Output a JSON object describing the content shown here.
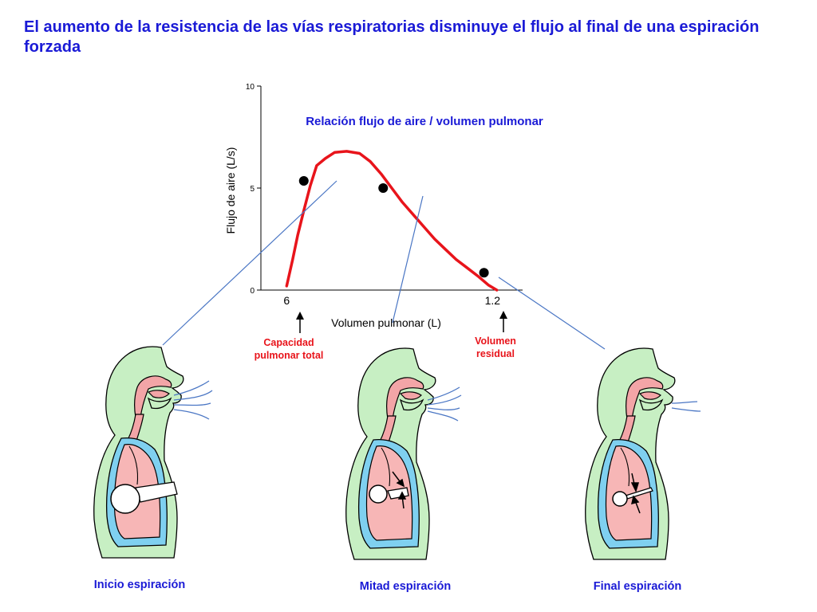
{
  "title": "El aumento de la resistencia de las vías respiratorias disminuye el flujo al final de una espiración forzada",
  "chart_data": {
    "type": "line",
    "title": "Relación flujo de aire /  volumen pulmonar",
    "xlabel": "Volumen pulmonar (L)",
    "ylabel": "Flujo de aire (L/s)",
    "ylim": [
      0,
      10
    ],
    "xlim": [
      6.6,
      0.5
    ],
    "yticks": [
      "10",
      "5",
      "0"
    ],
    "ytick_values": [
      10,
      5,
      0
    ],
    "x_markers": [
      {
        "label": "6",
        "value": 6
      },
      {
        "label": "1.2",
        "value": 1.2
      }
    ],
    "series": [
      {
        "x": [
          6.0,
          5.86,
          5.74,
          5.6,
          5.45,
          5.3,
          5.1,
          4.88,
          4.6,
          4.3,
          4.05,
          3.8,
          3.55,
          3.3,
          3.05,
          2.8,
          2.55,
          2.3,
          2.05,
          1.8,
          1.55,
          1.3,
          1.1
        ],
        "values": [
          0.2,
          1.5,
          2.7,
          3.9,
          5.1,
          6.1,
          6.45,
          6.75,
          6.8,
          6.7,
          6.3,
          5.7,
          5.0,
          4.3,
          3.7,
          3.1,
          2.5,
          2.0,
          1.5,
          1.1,
          0.7,
          0.25,
          0.0
        ]
      }
    ],
    "points": [
      {
        "x": 5.6,
        "y": 5.35
      },
      {
        "x": 3.75,
        "y": 5.0
      },
      {
        "x": 1.4,
        "y": 0.85
      }
    ],
    "grid": false
  },
  "annotations": {
    "tlc": "Capacidad pulmonar total",
    "rv": "Volumen residual"
  },
  "stages": [
    {
      "label": "Inicio espiración"
    },
    {
      "label": "Mitad espiración"
    },
    {
      "label": "Final espiración"
    }
  ],
  "colors": {
    "curve": "#e8141b",
    "title": "#1a1ad6",
    "skin": "#c7efc3",
    "airway": "#f3a5a7",
    "pleura": "#7fd0f0",
    "guide_line": "#4a76c4"
  }
}
